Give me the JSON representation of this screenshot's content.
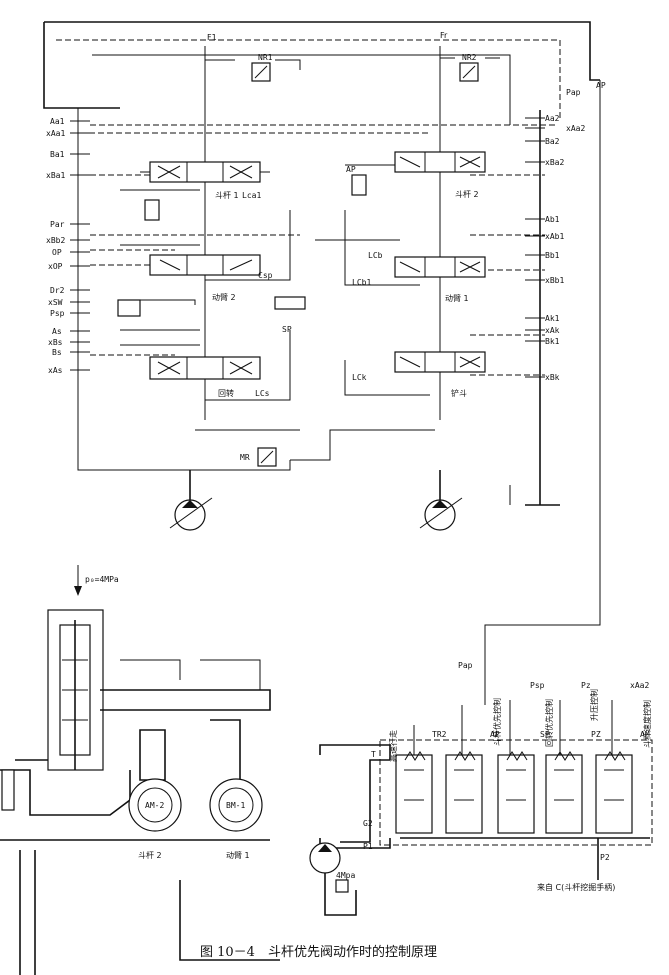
{
  "caption": "图 10－4　斗杆优先阀动作时的控制原理",
  "pumps": {
    "left": "F1",
    "right": "Fr"
  },
  "relief": {
    "nr1": "NR1",
    "nr2": "NR2",
    "mr": "MR"
  },
  "ports_left": [
    "Aa1",
    "xAa1",
    "Ba1",
    "xBa1",
    "Par",
    "xBb2",
    "OP",
    "xOP",
    "Dr2",
    "xSW",
    "Psp",
    "As",
    "xBs",
    "Bs",
    "xAs"
  ],
  "ports_right": [
    "Aa2",
    "xAa2",
    "Ba2",
    "xBa2",
    "Ab1",
    "xAb1",
    "Bb1",
    "xBb1",
    "Ak1",
    "xAk",
    "Bk1",
    "xBk"
  ],
  "top_right": {
    "pap": "Pap",
    "ap": "AP",
    "ap_valve": "AP"
  },
  "valves": {
    "arm1": "斗杆 1",
    "lca1": "Lca1",
    "arm2": "斗杆 2",
    "boom2": "动臂 2",
    "csp": "Csp",
    "sp": "SP",
    "swing": "回转",
    "lcs": "LCs",
    "boom1": "动臂 1",
    "lcb": "LCb",
    "lcb1": "LCb1",
    "bucket": "铲斗",
    "lck": "LCk"
  },
  "pilot": {
    "pressure_label": "p₀=4MPa",
    "spool_left": "AM-2",
    "spool_right": "BM-1",
    "name_left": "斗杆 2",
    "name_right": "动臂 1"
  },
  "solenoid_block": {
    "top_labels": [
      "高速行走",
      "斗杆优先控制",
      "回转优先控制",
      "升压控制",
      "斗杆速度控制"
    ],
    "top_ports": [
      "Pap",
      "Psp",
      "Pz",
      "xAa2"
    ],
    "ports": [
      "T",
      "TR2",
      "AP",
      "SP",
      "PZ",
      "AM"
    ],
    "g2": "G2",
    "p1": "P1",
    "p2": "P2",
    "pump_pressure": "4Mpa",
    "from_text": "来自 C(斗杆挖掘手柄)"
  }
}
